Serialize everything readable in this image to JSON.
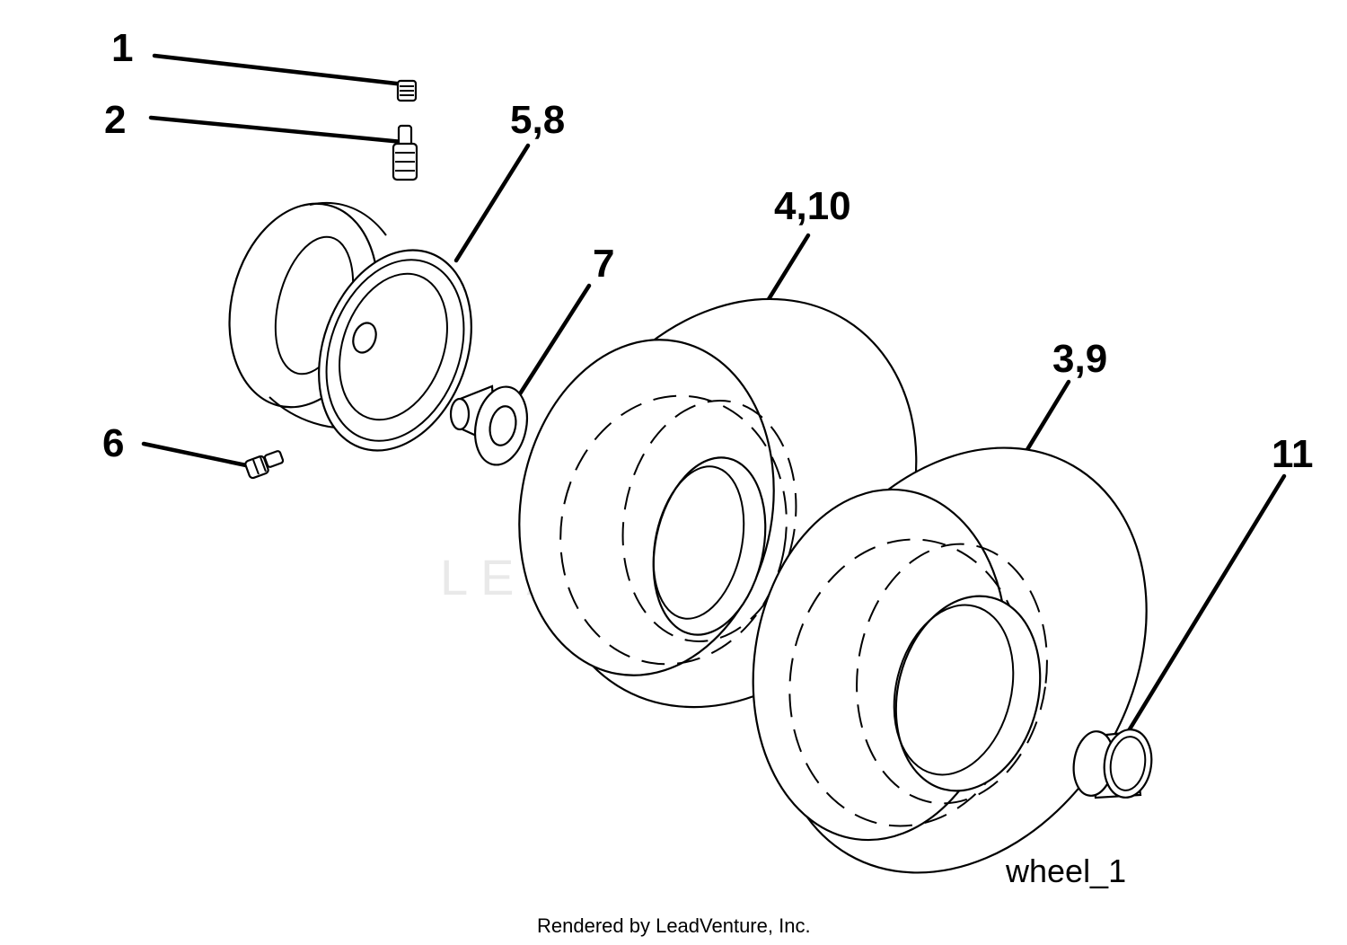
{
  "watermark": {
    "brand_text": "LEADVENTURE",
    "icon": "leadventure-flame-logo-icon",
    "color": "#e9e9e9"
  },
  "callouts": [
    {
      "id": "c1",
      "label": "1",
      "part": "valve-cap"
    },
    {
      "id": "c2",
      "label": "2",
      "part": "valve-stem"
    },
    {
      "id": "c3",
      "label": "5,8",
      "part": "rim"
    },
    {
      "id": "c4",
      "label": "7",
      "part": "bushing"
    },
    {
      "id": "c5",
      "label": "4,10",
      "part": "front-tire"
    },
    {
      "id": "c6",
      "label": "6",
      "part": "grease-fitting"
    },
    {
      "id": "c7",
      "label": "3,9",
      "part": "rear-tire"
    },
    {
      "id": "c8",
      "label": "11",
      "part": "hub-cap"
    }
  ],
  "figure_id": "wheel_1",
  "footer": "Rendered by LeadVenture, Inc."
}
